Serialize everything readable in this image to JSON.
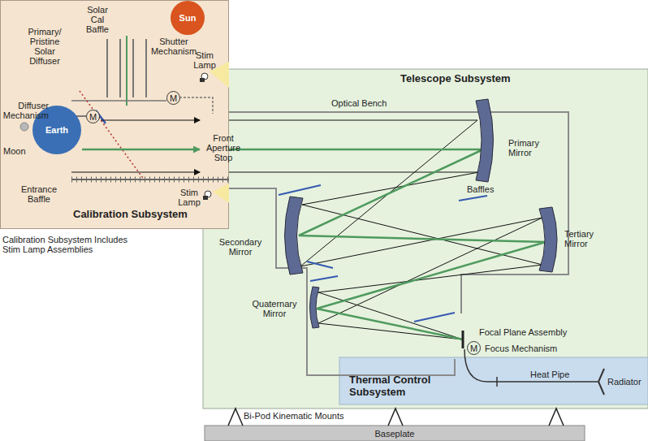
{
  "diagram": {
    "nodes": [
      {
        "text": [
          "Calibration Subsystem"
        ]
      },
      {
        "text": [
          "Sun"
        ],
        "in": 0
      },
      {
        "text": [
          "M"
        ],
        "in": 0
      },
      {
        "text": [
          "M"
        ],
        "in": 0
      },
      {
        "text": [
          "Earth"
        ],
        "in": 0
      },
      {
        "text": [
          "Telescope Subsystem"
        ]
      },
      {
        "text": [
          "M"
        ],
        "in": 5
      },
      {
        "text": [
          "Thermal Control Subsystem"
        ],
        "in": 5
      },
      {
        "text": [
          "Baseplate"
        ]
      }
    ],
    "edges": [
      {
        "from": 5,
        "to": 8,
        "arrow": "none"
      },
      {
        "from": 5,
        "to": 8,
        "arrow": "none"
      },
      {
        "from": 5,
        "to": 8,
        "arrow": "none"
      }
    ],
    "labels": [
      "Primary/ Pristine Solar Diffuser",
      "Solar Cal Baffle",
      "Shutter Mechanism",
      "Stim Lamp",
      "Diffuser Mechanism",
      "Front Aperture Stop",
      "Moon",
      "Entrance Baffle",
      "Stim Lamp",
      "Calibration Subsystem Includes Stim Lamp Assemblies",
      "Optical Bench",
      "Primary Mirror",
      "Baffles",
      "Tertiary Mirror",
      "Secondary Mirror",
      "Quaternary Mirror",
      "Focal Plane Assembly",
      "Focus Mechanism",
      "Heat Pipe",
      "Radiator",
      "Bi-Pod Kinematic Mounts"
    ]
  }
}
